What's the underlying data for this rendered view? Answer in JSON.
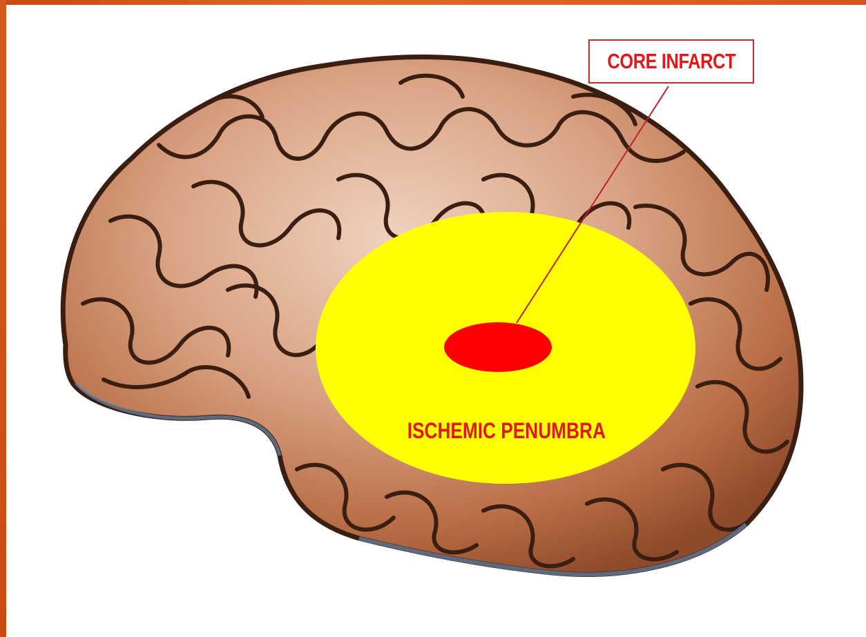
{
  "labels": {
    "core": "CORE INFARCT",
    "penumbra": "ISCHEMIC PENUMBRA"
  },
  "colors": {
    "frame": "#d2521a",
    "penumbra": "#ffff00",
    "core": "#ff0000",
    "label_text": "#e01818",
    "brain_tissue": "#c98a66",
    "brain_sulci": "#3b1e12"
  },
  "icons": [
    "brain-illustration"
  ]
}
